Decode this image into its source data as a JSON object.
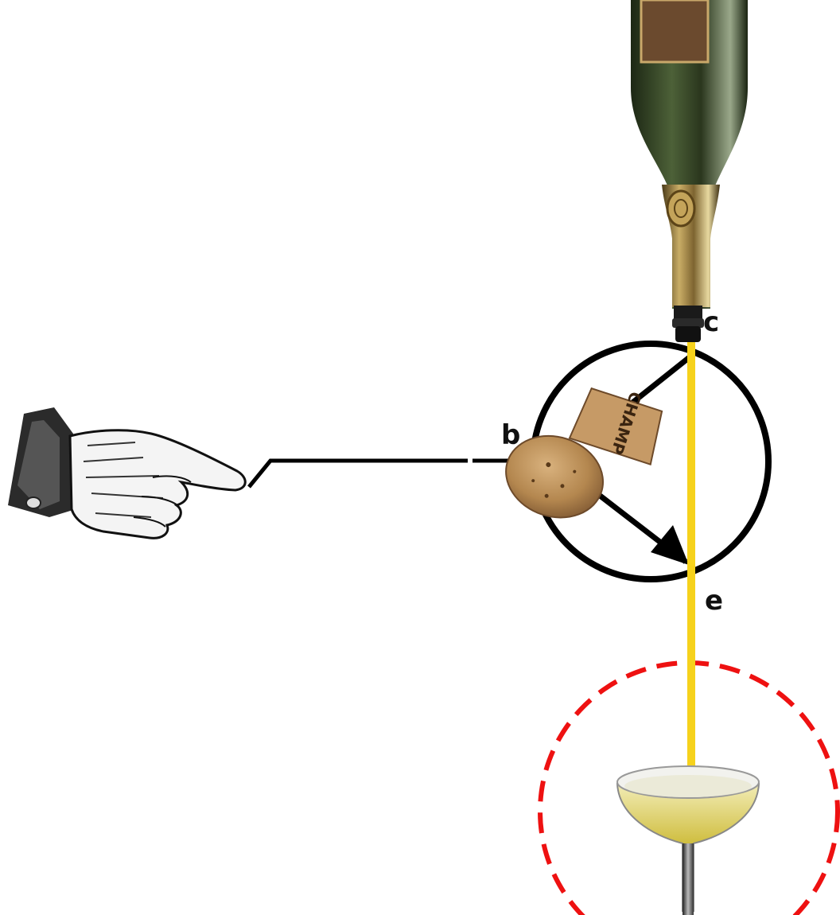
{
  "labels": {
    "collector": "c",
    "base": "b",
    "emitter": "e"
  },
  "cork_text": "CHAMP",
  "colors": {
    "wire": "#000000",
    "stream": "#f6d21c",
    "highlight_circle": "#ee1111",
    "bottle_glass": "#2f3d22",
    "bottle_foil": "#a88a45",
    "cork": "#b98b58",
    "champagne": "#d8c74a"
  },
  "icons": [
    "pointing-hand-icon",
    "champagne-bottle-icon",
    "cork-icon",
    "champagne-coupe-icon"
  ]
}
